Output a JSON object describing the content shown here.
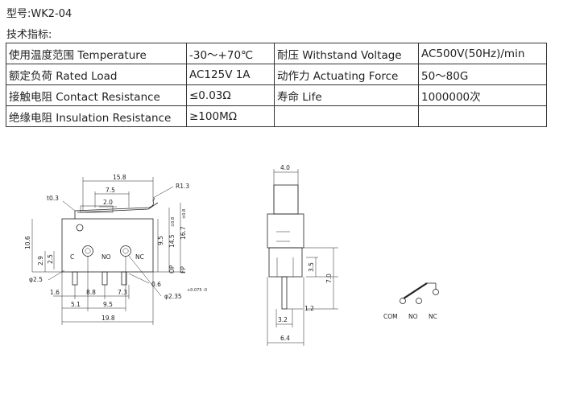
{
  "header": {
    "model_line": "型号:WK2-04",
    "specs_label": "技术指标:"
  },
  "specs": [
    [
      {
        "label": "使用温度范围 Temperature",
        "value": "-30～+70℃"
      },
      {
        "label": "耐压 Withstand Voltage",
        "value": "AC500V(50Hz)/min"
      }
    ],
    [
      {
        "label": "额定负荷 Rated Load",
        "value": "AC125V 1A"
      },
      {
        "label": "动作力 Actuating Force",
        "value": "50～80G"
      }
    ],
    [
      {
        "label": "接触电阻 Contact Resistance",
        "value": "≤0.03Ω"
      },
      {
        "label": "寿命 Life",
        "value": "1000000次"
      }
    ],
    [
      {
        "label": "绝缘电阻 Insulation Resistance",
        "value": "≥100MΩ"
      },
      {
        "label": "",
        "value": ""
      }
    ]
  ],
  "drawing_front": {
    "d_15_8": "15.8",
    "d_7_5": "7.5",
    "d_2_0": "2.0",
    "d_r1_3": "R1.3",
    "d_t0_3": "t0.3",
    "d_10_6": "10.6",
    "d_2_9": "2.9",
    "d_2_5": "2.5",
    "d_9_5v": "9.5",
    "d_14_5": "14.5",
    "d_14_5_tol": "±0.8",
    "d_16_7": "16.7",
    "d_16_7_tol": "±0.8",
    "d_op": "OP",
    "d_fp": "FP",
    "lbl_c": "C",
    "lbl_no": "NO",
    "lbl_nc": "NC",
    "d_phi2_5": "φ2.5",
    "d_0_6": "0.6",
    "d_phi2_35": "φ2.35",
    "d_phi2_35_tol": "+0.075 -0",
    "d_1_6": "1.6",
    "d_8_8": "8.8",
    "d_7_3": "7.3",
    "d_5_1": "5.1",
    "d_9_5h": "9.5",
    "d_19_8": "19.8"
  },
  "drawing_side": {
    "d_4_0": "4.0",
    "d_3_5": "3.5",
    "d_7_0": "7.0",
    "d_1_2": "1.2",
    "d_3_2": "3.2",
    "d_6_4": "6.4"
  },
  "schematic": {
    "com": "COM",
    "no": "NO",
    "nc": "NC"
  }
}
